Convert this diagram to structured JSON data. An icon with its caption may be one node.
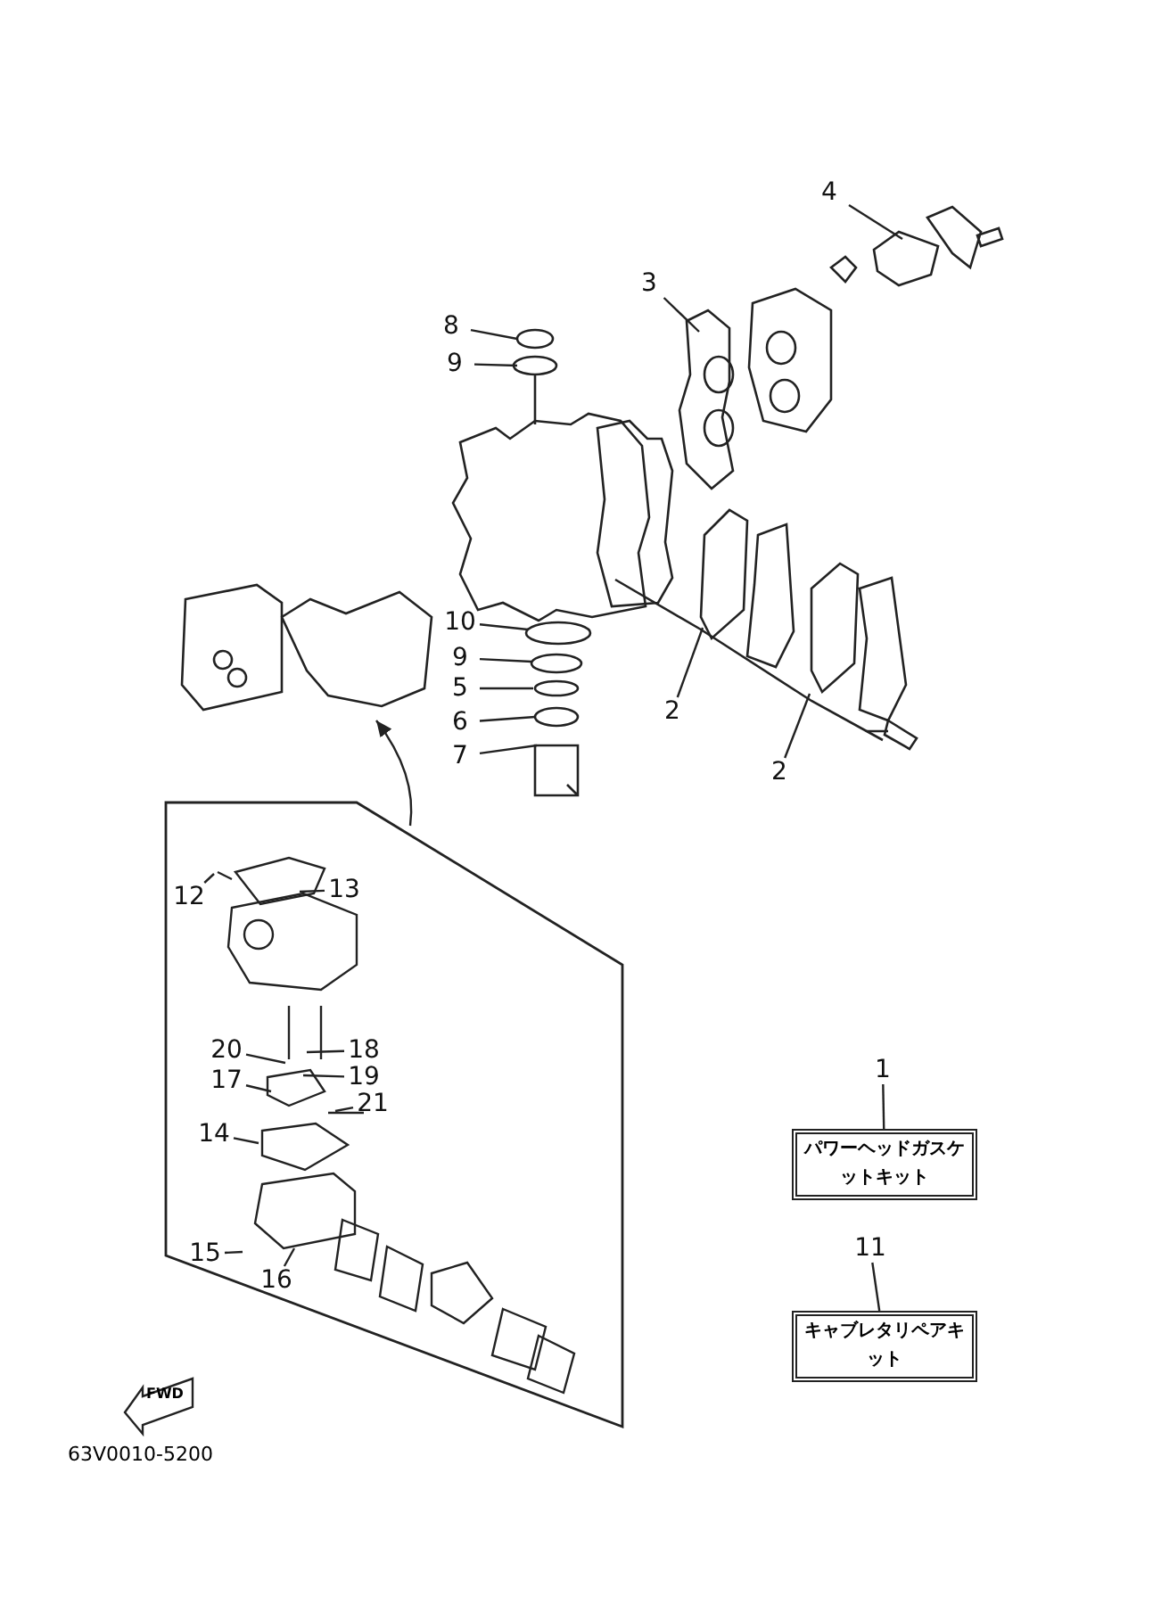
{
  "diagram": {
    "nodes": [
      {
        "text": [
          "8"
        ]
      },
      {
        "text": [
          "9"
        ]
      },
      {
        "text": [
          "3"
        ]
      },
      {
        "text": [
          "4"
        ]
      },
      {
        "text": [],
        "shape": "picture"
      },
      {
        "text": [
          "10"
        ]
      },
      {
        "text": [
          "9"
        ]
      },
      {
        "text": [
          "5"
        ]
      },
      {
        "text": [
          "6"
        ]
      },
      {
        "text": [
          "7"
        ]
      },
      {
        "text": [
          "2"
        ]
      },
      {
        "text": [
          "2"
        ]
      },
      {
        "text": [],
        "shape": "box"
      },
      {
        "text": [
          "12"
        ],
        "in": 12
      },
      {
        "text": [
          "13"
        ],
        "in": 12
      },
      {
        "text": [
          "20"
        ],
        "in": 12
      },
      {
        "text": [
          "18"
        ],
        "in": 12
      },
      {
        "text": [
          "19"
        ],
        "in": 12
      },
      {
        "text": [
          "17"
        ],
        "in": 12
      },
      {
        "text": [
          "21"
        ],
        "in": 12
      },
      {
        "text": [
          "14"
        ],
        "in": 12
      },
      {
        "text": [
          "15"
        ],
        "in": 12
      },
      {
        "text": [
          "16"
        ],
        "in": 12
      },
      {
        "text": [
          "1"
        ]
      },
      {
        "text": [
          "パワーヘッドガスケットキット"
        ]
      },
      {
        "text": [
          "11"
        ]
      },
      {
        "text": [
          "キャブレタリペアキット"
        ]
      }
    ],
    "edges": [
      {
        "from": 0,
        "to": null,
        "arrow": "none"
      },
      {
        "from": 1,
        "to": null,
        "arrow": "none"
      },
      {
        "from": 2,
        "to": null,
        "arrow": "none"
      },
      {
        "from": 3,
        "to": null,
        "arrow": "none"
      },
      {
        "from": 5,
        "to": null,
        "arrow": "none"
      },
      {
        "from": 6,
        "to": null,
        "arrow": "none"
      },
      {
        "from": 7,
        "to": null,
        "arrow": "none"
      },
      {
        "from": 8,
        "to": null,
        "arrow": "none"
      },
      {
        "from": 9,
        "to": null,
        "arrow": "none"
      },
      {
        "from": 10,
        "to": null,
        "arrow": "none"
      },
      {
        "from": 11,
        "to": null,
        "arrow": "none"
      },
      {
        "from": 12,
        "to": 4,
        "arrow": "to"
      },
      {
        "from": 13,
        "to": null,
        "arrow": "none"
      },
      {
        "from": 14,
        "to": null,
        "arrow": "none"
      },
      {
        "from": 15,
        "to": null,
        "arrow": "none"
      },
      {
        "from": 16,
        "to": null,
        "arrow": "none"
      },
      {
        "from": 17,
        "to": null,
        "arrow": "none"
      },
      {
        "from": 18,
        "to": null,
        "arrow": "none"
      },
      {
        "from": 19,
        "to": null,
        "arrow": "none"
      },
      {
        "from": 20,
        "to": null,
        "arrow": "none"
      },
      {
        "from": 21,
        "to": null,
        "arrow": "none"
      },
      {
        "from": 22,
        "to": null,
        "arrow": "none"
      },
      {
        "from": 23,
        "to": 24,
        "arrow": "none"
      },
      {
        "from": 25,
        "to": 26,
        "arrow": "none"
      }
    ],
    "labels": [
      "FWD",
      "63V0010-5200"
    ]
  }
}
